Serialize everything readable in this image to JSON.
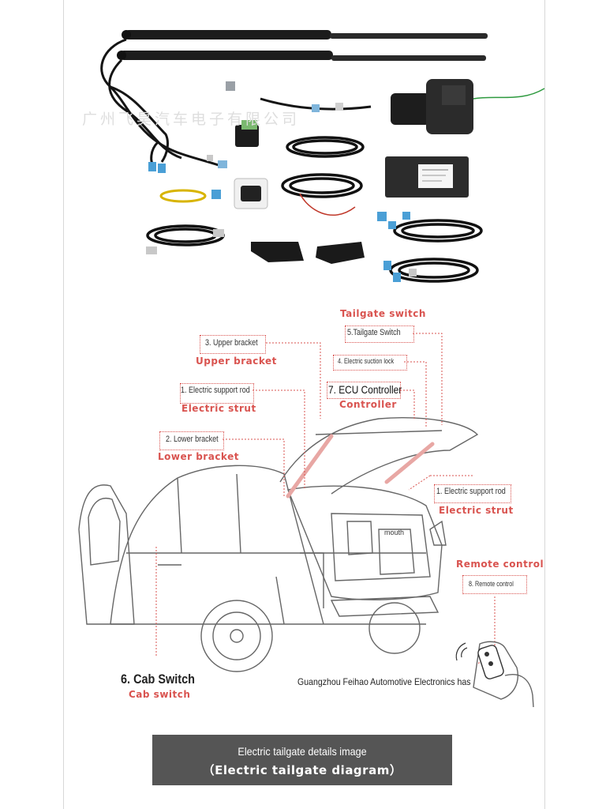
{
  "watermark": "广州飞昊汽车电子有限公司",
  "colors": {
    "accent": "#d9534f",
    "line": "#555555",
    "footer_bg": "#555555"
  },
  "labels": {
    "tailgate_switch_en": "Tailgate switch",
    "tailgate_switch_num": "5.Tailgate Switch",
    "upper_bracket_num": "3. Upper bracket",
    "upper_bracket_en": "Upper bracket",
    "suction_lock_num": "4. Electric suction lock",
    "ecu_num": "7. ECU Controller",
    "ecu_en": "Controller",
    "strut_left_num": "1. Electric support rod",
    "strut_left_en": "Electric strut",
    "lower_bracket_num": "2. Lower bracket",
    "lower_bracket_en": "Lower bracket",
    "strut_right_num": "1. Electric support rod",
    "strut_right_en": "Electric strut",
    "remote_en": "Remote control",
    "remote_num": "8. Remote control",
    "cab_switch_num": "6. Cab Switch",
    "cab_switch_en": "Cab switch",
    "mouth": "mouth",
    "company": "Guangzhou Feihao Automotive Electronics has"
  },
  "footer": {
    "line1": "Electric tailgate details image",
    "line2": "（Electric tailgate diagram）"
  }
}
